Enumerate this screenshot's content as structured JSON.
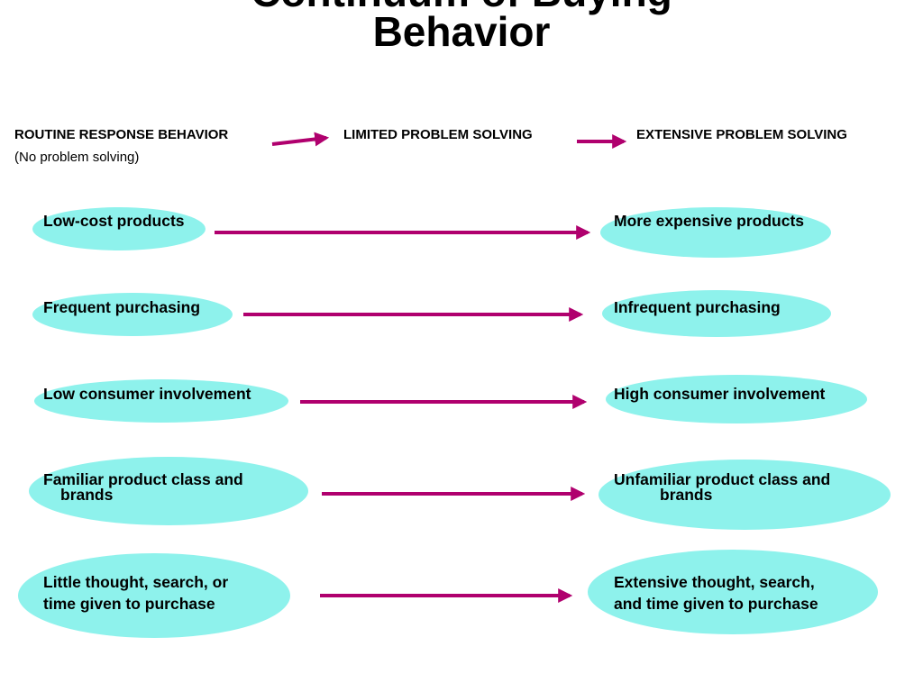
{
  "title": {
    "line1": "Continuum of Buying",
    "line2": "Behavior"
  },
  "stages": {
    "routine": "ROUTINE RESPONSE BEHAVIOR",
    "routine_sub": "(No problem solving)",
    "limited": "LIMITED PROBLEM SOLVING",
    "extensive": "EXTENSIVE PROBLEM SOLVING"
  },
  "rows": [
    {
      "left": [
        "Low-cost products"
      ],
      "right": [
        "More expensive products"
      ]
    },
    {
      "left": [
        "Frequent purchasing"
      ],
      "right": [
        "Infrequent purchasing"
      ]
    },
    {
      "left": [
        "Low consumer involvement"
      ],
      "right": [
        "High consumer involvement"
      ]
    },
    {
      "left": [
        "Familiar product class and",
        "brands"
      ],
      "right": [
        "Unfamiliar product class and",
        "brands"
      ]
    },
    {
      "left": [
        "Little thought, search, or",
        "time given to purchase"
      ],
      "right": [
        "Extensive thought, search,",
        "and time given to purchase"
      ]
    }
  ],
  "colors": {
    "oval_fill": "#8ef2ec",
    "arrow": "#b0006e"
  }
}
